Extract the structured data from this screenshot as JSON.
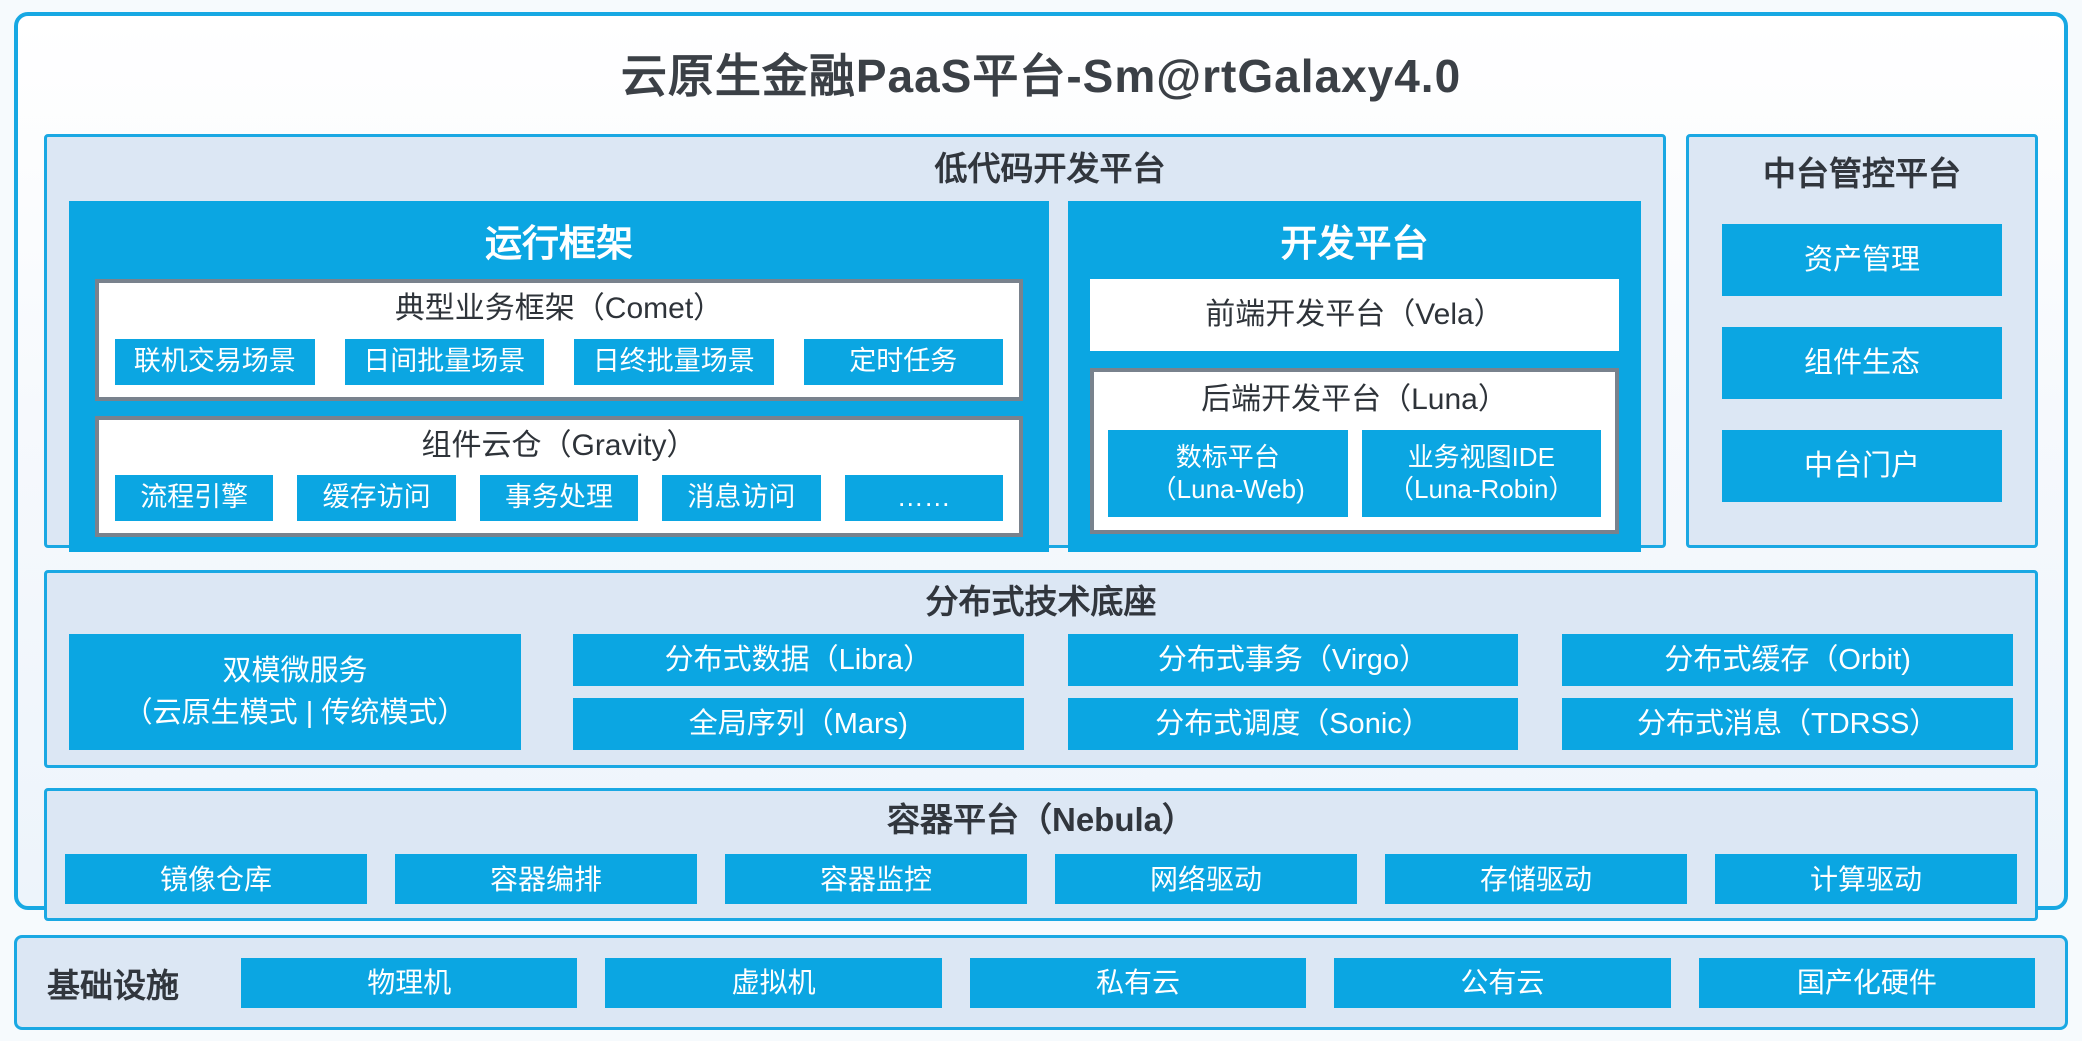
{
  "page": {
    "title": "云原生金融PaaS平台-Sm@rtGalaxy4.0"
  },
  "colors": {
    "accent_blue": "#0ba6e2",
    "panel_border_blue": "#1aa8e3",
    "panel_bg": "#dce7f4",
    "grey_box_border": "#79828d",
    "dark_text": "#31363d",
    "button_text": "#ffffff"
  },
  "low_code": {
    "title": "低代码开发平台",
    "runtime": {
      "title": "运行框架",
      "comet": {
        "title": "典型业务框架（Comet）",
        "items": [
          "联机交易场景",
          "日间批量场景",
          "日终批量场景",
          "定时任务"
        ]
      },
      "gravity": {
        "title": "组件云仓（Gravity）",
        "items": [
          "流程引擎",
          "缓存访问",
          "事务处理",
          "消息访问",
          "……"
        ]
      }
    },
    "dev": {
      "title": "开发平台",
      "vela_label": "前端开发平台（Vela）",
      "luna": {
        "title": "后端开发平台（Luna）",
        "items": [
          {
            "line1": "数标平台",
            "line2": "（Luna-Web)"
          },
          {
            "line1": "业务视图IDE",
            "line2": "（Luna-Robin）"
          }
        ]
      }
    }
  },
  "mid_platform": {
    "title": "中台管控平台",
    "items": [
      "资产管理",
      "组件生态",
      "中台门户"
    ]
  },
  "distributed": {
    "title": "分布式技术底座",
    "dual_mode": {
      "line1": "双模微服务",
      "line2": "（云原生模式 | 传统模式）"
    },
    "items": [
      "分布式数据（Libra）",
      "分布式事务（Virgo）",
      "分布式缓存（Orbit)",
      "全局序列（Mars)",
      "分布式调度（Sonic）",
      "分布式消息（TDRSS）"
    ]
  },
  "container_platform": {
    "title": "容器平台（Nebula）",
    "items": [
      "镜像仓库",
      "容器编排",
      "容器监控",
      "网络驱动",
      "存储驱动",
      "计算驱动"
    ]
  },
  "infrastructure": {
    "title": "基础设施",
    "items": [
      "物理机",
      "虚拟机",
      "私有云",
      "公有云",
      "国产化硬件"
    ]
  }
}
